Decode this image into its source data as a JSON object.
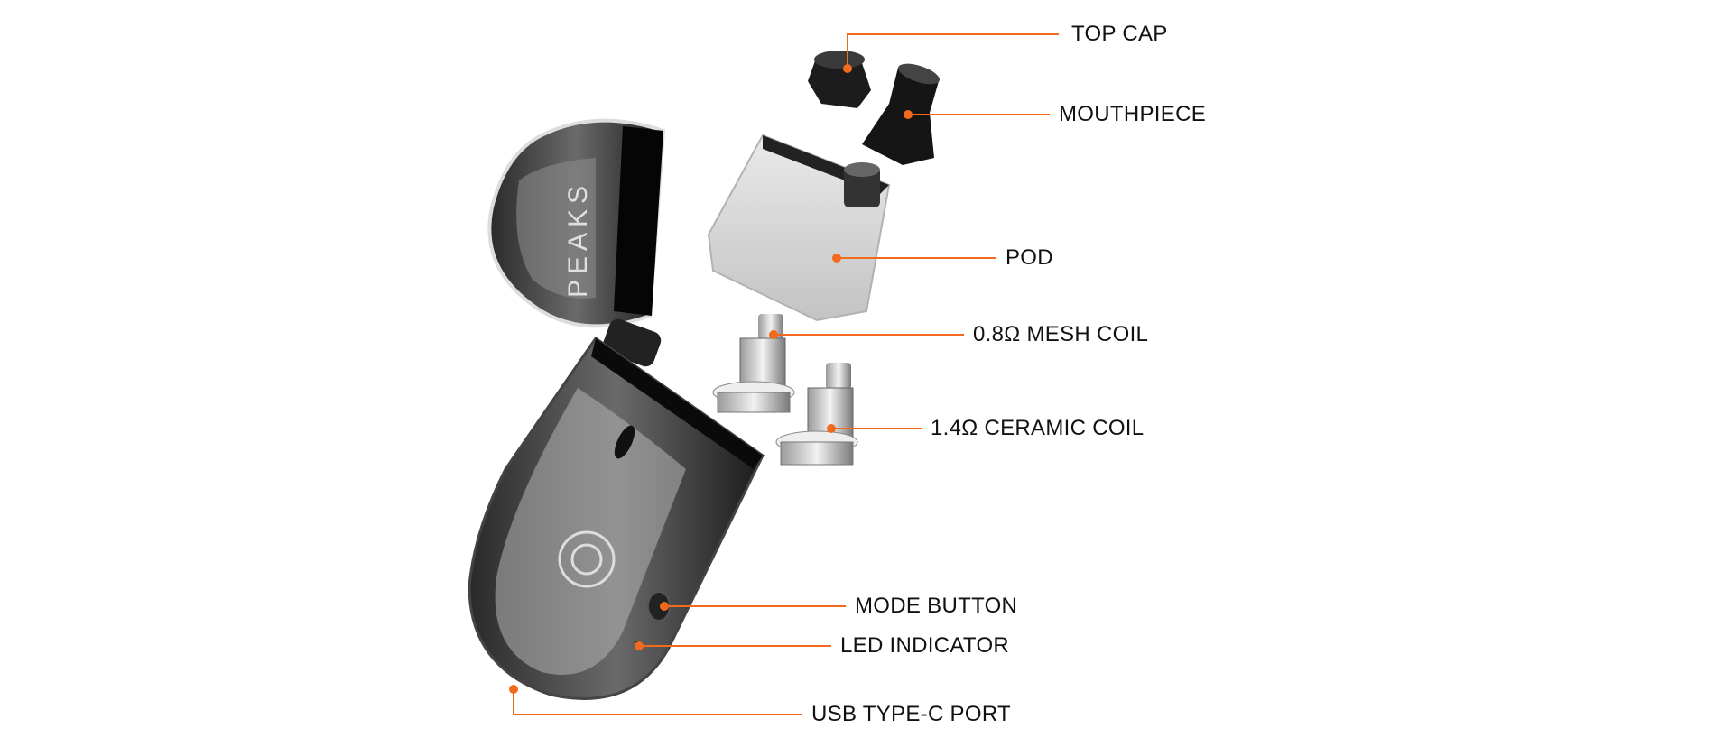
{
  "brand_text": "PEAKS",
  "accent_color": "#f26a1b",
  "labels": {
    "top_cap": "TOP CAP",
    "mouthpiece": "MOUTHPIECE",
    "pod": "POD",
    "mesh_coil": "0.8Ω MESH COIL",
    "ceramic_coil": "1.4Ω CERAMIC COIL",
    "mode_button": "MODE BUTTON",
    "led_indicator": "LED INDICATOR",
    "usb_port": "USB TYPE-C PORT"
  }
}
